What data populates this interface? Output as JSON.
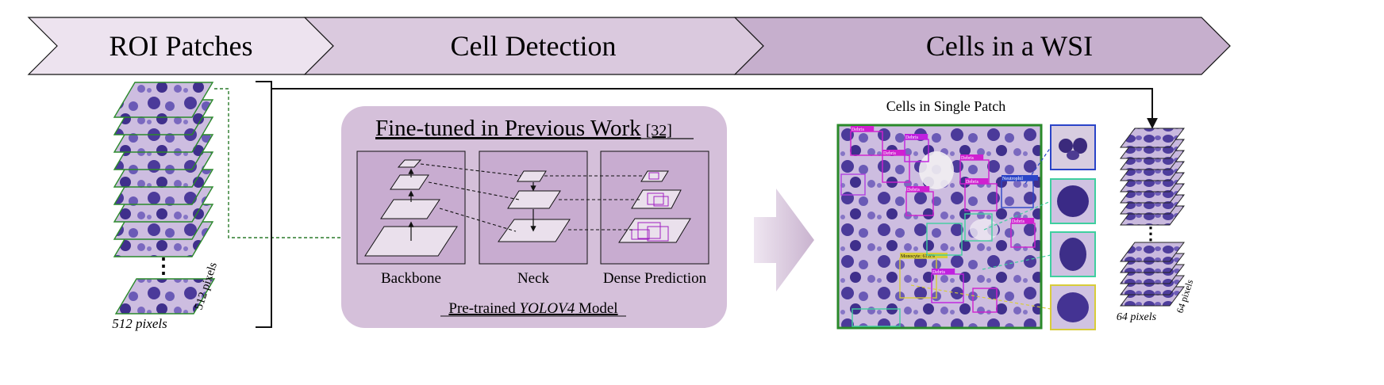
{
  "stages": [
    {
      "label": "ROI Patches"
    },
    {
      "label": "Cell Detection"
    },
    {
      "label": "Cells in a WSI"
    }
  ],
  "roi": {
    "width_label": "512 pixels",
    "height_label": "512 pixels",
    "ellipsis": "⋮"
  },
  "model": {
    "title": "Fine-tuned in Previous Work",
    "ref": "[32]",
    "blocks": [
      "Backbone",
      "Neck",
      "Dense Prediction"
    ],
    "caption_pre": "Pre-trained ",
    "caption_em": "YOLOV4",
    "caption_post": " Model"
  },
  "patch": {
    "title": "Cells in Single Patch",
    "labels": [
      "Debris",
      "Debris",
      "Debris",
      "Debris",
      "Neutrophil",
      "Debris",
      "Debris",
      "Monocyte: 61.8%",
      "Debris",
      "Debris"
    ]
  },
  "output": {
    "width_label": "64 pixels",
    "height_label": "64 pixels",
    "ellipsis": "⋮"
  },
  "colors": {
    "chevron1": "#ede3ef",
    "chevron2": "#dac9de",
    "chevron3": "#c6afcd",
    "model_bg": "#d5c0da",
    "cell": "#5b4aa6",
    "tissue": "#d9cbe4",
    "patch_border": "#2a8a2a"
  }
}
